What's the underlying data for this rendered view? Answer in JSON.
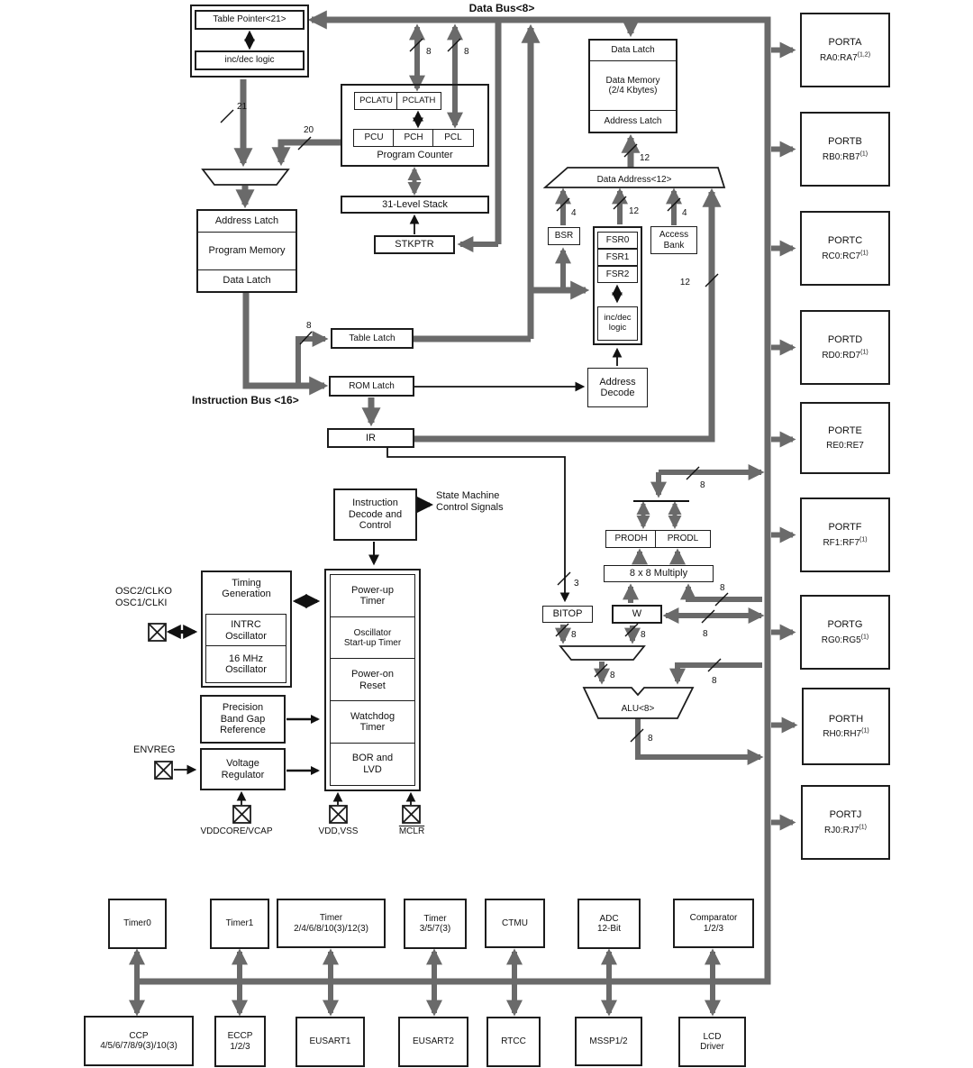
{
  "bus_widths": {
    "b3": "3",
    "b4": "4",
    "b8": "8",
    "b12": "12",
    "b16": "16",
    "b20": "20",
    "b21": "21"
  },
  "labels": {
    "data_bus": "Data Bus<8>",
    "instruction_bus": "Instruction Bus <16>",
    "state_machine": "State Machine\nControl Signals",
    "osc": "OSC2/CLKO\nOSC1/CLKI",
    "envreg": "ENVREG",
    "vddcore": "VDDCORE/VCAP",
    "vdd": "VDD,VSS",
    "mclr": "MCLR"
  },
  "blocks": {
    "table_pointer": "Table Pointer<21>",
    "incdec": "inc/dec logic",
    "pclatu": "PCLATU",
    "pclath": "PCLATH",
    "pcu": "PCU",
    "pch": "PCH",
    "pcl": "PCL",
    "program_counter": "Program Counter",
    "stack": "31-Level Stack",
    "stkptr": "STKPTR",
    "addr_latch": "Address Latch",
    "program_memory": "Program Memory",
    "data_latch": "Data Latch",
    "table_latch": "Table Latch",
    "rom_latch": "ROM Latch",
    "ir": "IR",
    "data_memory": "Data Memory\n(2/4 Kbytes)",
    "data_address": "Data Address<12>",
    "bsr": "BSR",
    "fsr0": "FSR0",
    "fsr1": "FSR1",
    "fsr2": "FSR2",
    "incdec2": "inc/dec\nlogic",
    "access_bank": "Access\nBank",
    "address_decode": "Address\nDecode",
    "idc": "Instruction\nDecode and\nControl",
    "timing": "Timing\nGeneration",
    "intrc": "INTRC\nOscillator",
    "mhz16": "16 MHz\nOscillator",
    "bandgap": "Precision\nBand Gap\nReference",
    "vreg": "Voltage\nRegulator",
    "powerup": "Power-up\nTimer",
    "ost": "Oscillator\nStart-up Timer",
    "por": "Power-on\nReset",
    "wdt": "Watchdog\nTimer",
    "bor": "BOR and\nLVD",
    "prodh": "PRODH",
    "prodl": "PRODL",
    "multiply": "8 x 8 Multiply",
    "wreg": "W",
    "bitop": "BITOP",
    "alu": "ALU<8>"
  },
  "ports": [
    {
      "name": "PORTA",
      "range": "RA0:RA7",
      "note": "(1,2)"
    },
    {
      "name": "PORTB",
      "range": "RB0:RB7",
      "note": "(1)"
    },
    {
      "name": "PORTC",
      "range": "RC0:RC7",
      "note": "(1)"
    },
    {
      "name": "PORTD",
      "range": "RD0:RD7",
      "note": "(1)"
    },
    {
      "name": "PORTE",
      "range": "RE0:RE7",
      "note": ""
    },
    {
      "name": "PORTF",
      "range": "RF1:RF7",
      "note": "(1)"
    },
    {
      "name": "PORTG",
      "range": "RG0:RG5",
      "note": "(1)"
    },
    {
      "name": "PORTH",
      "range": "RH0:RH7",
      "note": "(1)"
    },
    {
      "name": "PORTJ",
      "range": "RJ0:RJ7",
      "note": "(1)"
    }
  ],
  "peripherals": {
    "timer0": "Timer0",
    "timer1": "Timer1",
    "timer_even": "Timer\n2/4/6/8/10(3)/12(3)",
    "timer_odd": "Timer\n3/5/7(3)",
    "ctmu": "CTMU",
    "adc": "ADC\n12-Bit",
    "comparator": "Comparator\n1/2/3",
    "ccp": "CCP\n4/5/6/7/8/9(3)/10(3)",
    "eccp": "ECCP\n1/2/3",
    "eusart1": "EUSART1",
    "eusart2": "EUSART2",
    "rtcc": "RTCC",
    "mssp": "MSSP1/2",
    "lcd": "LCD\nDriver"
  },
  "colors": {
    "bus_gray": "#6a6a6a",
    "line_black": "#111111"
  }
}
